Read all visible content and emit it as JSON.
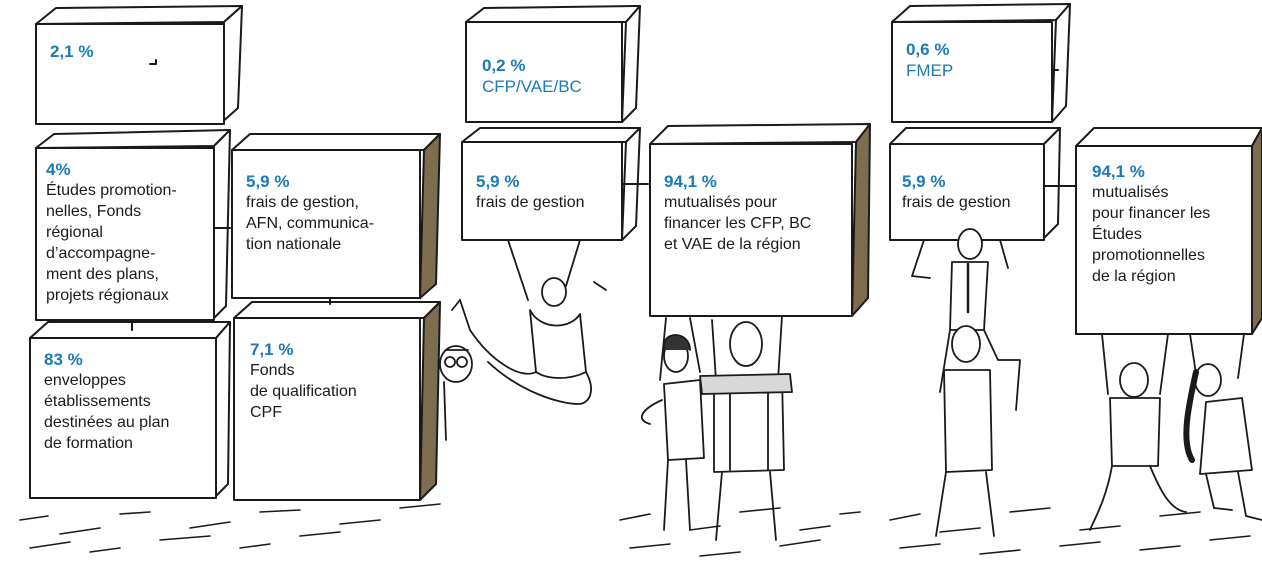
{
  "accent_color": "#1b7ab8",
  "side_color": "#7d6c4f",
  "boxes": {
    "b1": {
      "pct": "2,1 %",
      "label": ""
    },
    "b2": {
      "pct": "4%",
      "label": "Études promotion-\nnelles, Fonds\nrégional\nd’accompagne-\nment des plans,\nprojets régionaux"
    },
    "b3": {
      "pct": "5,9 %",
      "label": "frais de gestion,\nAFN, communica-\ntion nationale"
    },
    "b4": {
      "pct": "83 %",
      "label": "enveloppes\nétablissements\ndestinées au plan\nde formation"
    },
    "b5": {
      "pct": "7,1 %",
      "label": "Fonds\nde qualification\nCPF"
    },
    "b6": {
      "pct": "0,2 %",
      "label": "CFP/VAE/BC"
    },
    "b7": {
      "pct": "5,9 %",
      "label": "frais de gestion"
    },
    "b8": {
      "pct": "94,1 %",
      "label": "mutualisés pour\nfinancer les CFP, BC\net VAE de la région"
    },
    "b9": {
      "pct": "0,6 %",
      "label": "FMEP"
    },
    "b10": {
      "pct": "5,9 %",
      "label": "frais de gestion"
    },
    "b11": {
      "pct": "94,1 %",
      "label": "mutualisés\npour financer les\nÉtudes\npromotionnelles\nde la région"
    }
  },
  "figures": {
    "f1": "peeking-person",
    "f2": "hanging-person",
    "f3": "couple-lifting",
    "f4": "stacked-pair",
    "f5": "jumping-pair"
  }
}
